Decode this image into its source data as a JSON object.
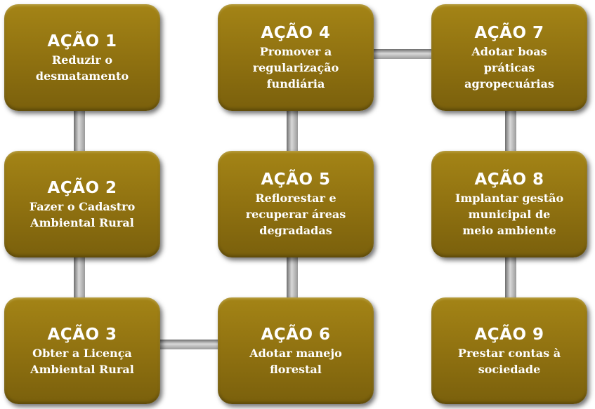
{
  "actions": [
    {
      "title": "AÇÃO 1",
      "text": "Reduzir o\ndesmatamento"
    },
    {
      "title": "AÇÃO 2",
      "text": "Fazer o Cadastro\nAmbiental Rural"
    },
    {
      "title": "AÇÃO 3",
      "text": "Obter a Licença\nAmbiental Rural"
    },
    {
      "title": "AÇÃO 4",
      "text": "Promover a\nregularização\nfundiária"
    },
    {
      "title": "AÇÃO 5",
      "text": "Reflorestar e\nrecuperar áreas\ndegradadas"
    },
    {
      "title": "AÇÃO 6",
      "text": "Adotar manejo\nflorestal"
    },
    {
      "title": "AÇÃO 7",
      "text": "Adotar boas\npráticas\nagropecuárias"
    },
    {
      "title": "AÇÃO 8",
      "text": "Implantar gestão\nmunicipal de\nmeio ambiente"
    },
    {
      "title": "AÇÃO 9",
      "text": "Prestar contas à\nsociedade"
    }
  ],
  "colors": {
    "box": "#8e7010",
    "text": "#ffffff",
    "connector": "#a0a0a0"
  }
}
